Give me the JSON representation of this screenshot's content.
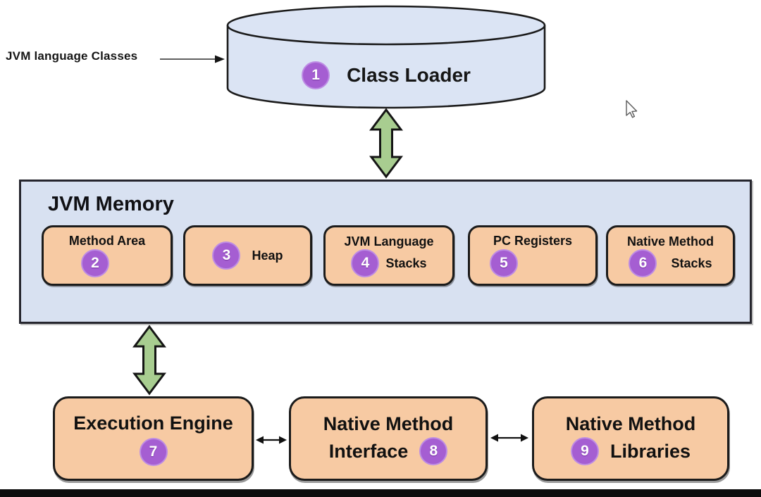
{
  "top": {
    "input_label": "JVM language Classes",
    "class_loader": {
      "num": "1",
      "label": "Class Loader"
    }
  },
  "memory": {
    "title": "JVM Memory",
    "boxes": [
      {
        "num": "2",
        "label": "Method Area"
      },
      {
        "num": "3",
        "label": "Heap"
      },
      {
        "num": "4",
        "line1": "JVM Language",
        "line2": "Stacks"
      },
      {
        "num": "5",
        "label": "PC Registers"
      },
      {
        "num": "6",
        "line1": "Native Method",
        "line2": "Stacks"
      }
    ]
  },
  "engine_row": {
    "boxes": [
      {
        "num": "7",
        "label": "Execution Engine"
      },
      {
        "num": "8",
        "line1": "Native Method",
        "line2": "Interface"
      },
      {
        "num": "9",
        "line1": "Native Method",
        "line2": "Libraries"
      }
    ]
  },
  "colors": {
    "box_fill": "#f7caa3",
    "panel_fill": "#d8e1f1",
    "cylinder_fill": "#dbe4f4",
    "badge_purple": "#a55ed2",
    "arrow_green": "#a8cd90",
    "ink": "#1a1a1a"
  }
}
